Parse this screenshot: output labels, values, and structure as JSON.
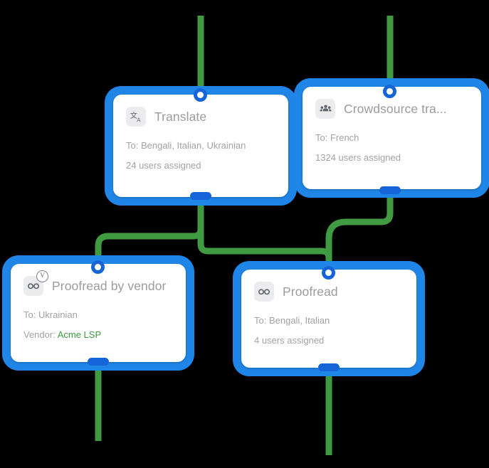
{
  "canvas": {
    "background": "#000000",
    "edge_color": "#3f9a42",
    "selection_color": "#1f86e8",
    "port_color": "#1565d8",
    "title_color": "#9b9ba0",
    "body_text_color": "#a2a2a7",
    "vendor_accent": "#3f9a42"
  },
  "nodes": [
    {
      "id": "translate",
      "icon": "translate-icon",
      "title": "Translate",
      "line1": "To: Bengali, Italian, Ukrainian",
      "line2": "24 users assigned",
      "selected": true
    },
    {
      "id": "crowdsource",
      "icon": "people-group-icon",
      "title": "Crowdsource tra...",
      "line1": "To: French",
      "line2": "1324 users assigned",
      "selected": true
    },
    {
      "id": "proofread-by-vendor",
      "icon": "glasses-vendor-icon",
      "title": "Proofread by vendor",
      "line1": "To: Ukrainian",
      "line2_label": "Vendor: ",
      "line2_value": "Acme LSP",
      "selected": true
    },
    {
      "id": "proofread",
      "icon": "glasses-icon",
      "title": "Proofread",
      "line1": "To: Bengali, Italian",
      "line2": "4 users assigned",
      "selected": true
    }
  ],
  "vendor_badge_letter": "V",
  "edges": [
    {
      "from": "canvas-top",
      "to": "translate-input"
    },
    {
      "from": "canvas-top",
      "to": "crowdsource-input"
    },
    {
      "from": "translate-output",
      "to": "proofread-by-vendor-input"
    },
    {
      "from": "translate-output",
      "to": "proofread-input"
    },
    {
      "from": "crowdsource-output",
      "to": "proofread-input"
    },
    {
      "from": "proofread-by-vendor-output",
      "to": "canvas-bottom"
    },
    {
      "from": "proofread-output",
      "to": "canvas-bottom"
    }
  ]
}
